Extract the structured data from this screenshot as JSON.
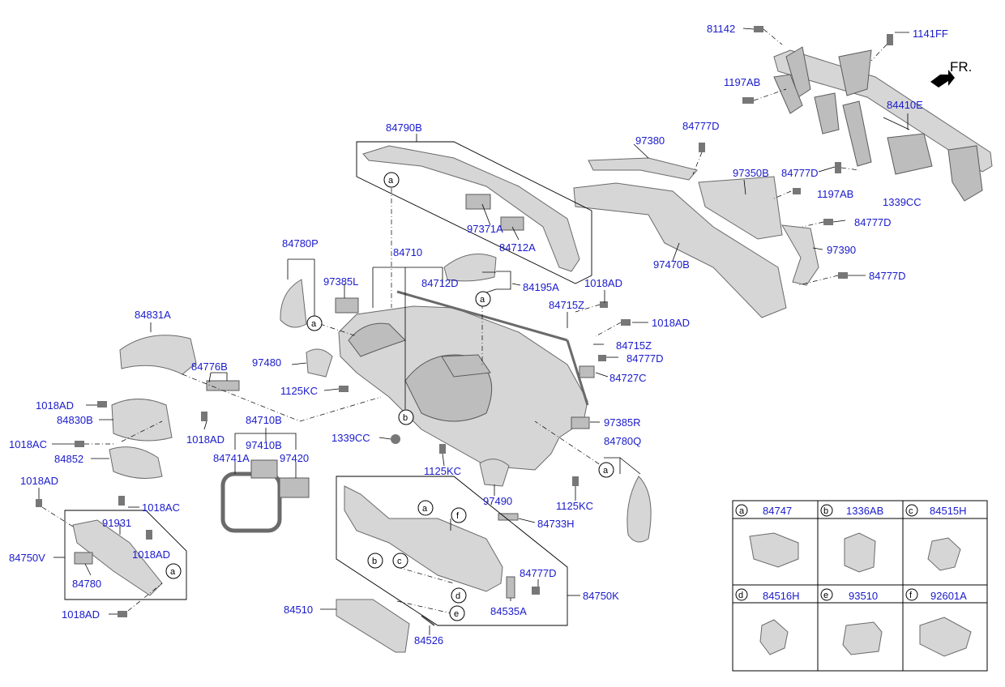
{
  "diagram": {
    "direction_label": "FR.",
    "part_numbers": {
      "p81142": "81142",
      "p1141FF": "1141FF",
      "p1197AB_1": "1197AB",
      "p84410E": "84410E",
      "p84777D_1": "84777D",
      "p97380": "97380",
      "p97350B": "97350B",
      "p84777D_2": "84777D",
      "p1197AB_2": "1197AB",
      "p1339CC_1": "1339CC",
      "p84777D_3": "84777D",
      "p97390": "97390",
      "p97470B": "97470B",
      "p84777D_4": "84777D",
      "p84790B": "84790B",
      "p97371A": "97371A",
      "p84712A": "84712A",
      "p84780P": "84780P",
      "p84710": "84710",
      "p97385L": "97385L",
      "p84712D": "84712D",
      "p84195A": "84195A",
      "p1018AD_1": "1018AD",
      "p84715Z_1": "84715Z",
      "p1018AD_2": "1018AD",
      "p84831A": "84831A",
      "p97480": "97480",
      "p84715Z_2": "84715Z",
      "p84777D_5": "84777D",
      "p84727C": "84727C",
      "p84776B": "84776B",
      "p1125KC_1": "1125KC",
      "p1018AD_3": "1018AD",
      "p84830B": "84830B",
      "p1018AD_4": "1018AD",
      "p84710B": "84710B",
      "p97385R": "97385R",
      "p1018AC_1": "1018AC",
      "p97410B": "97410B",
      "p1339CC_2": "1339CC",
      "p84780Q": "84780Q",
      "p84852": "84852",
      "p84741A": "84741A",
      "p97420": "97420",
      "p1125KC_2": "1125KC",
      "p1018AD_5": "1018AD",
      "p97490": "97490",
      "p1125KC_3": "1125KC",
      "p1018AC_2": "1018AC",
      "p84733H": "84733H",
      "p91931": "91931",
      "p1018AD_6": "1018AD",
      "p84750V": "84750V",
      "p84780": "84780",
      "p84777D_6": "84777D",
      "p84750K": "84750K",
      "p84535A": "84535A",
      "p1018AD_7": "1018AD",
      "p84510": "84510",
      "p84526": "84526"
    },
    "callouts": [
      "a",
      "b",
      "c",
      "d",
      "e",
      "f"
    ]
  },
  "legend": {
    "cells": [
      {
        "key": "a",
        "part": "84747"
      },
      {
        "key": "b",
        "part": "1336AB"
      },
      {
        "key": "c",
        "part": "84515H"
      },
      {
        "key": "d",
        "part": "84516H"
      },
      {
        "key": "e",
        "part": "93510"
      },
      {
        "key": "f",
        "part": "92601A"
      }
    ]
  }
}
